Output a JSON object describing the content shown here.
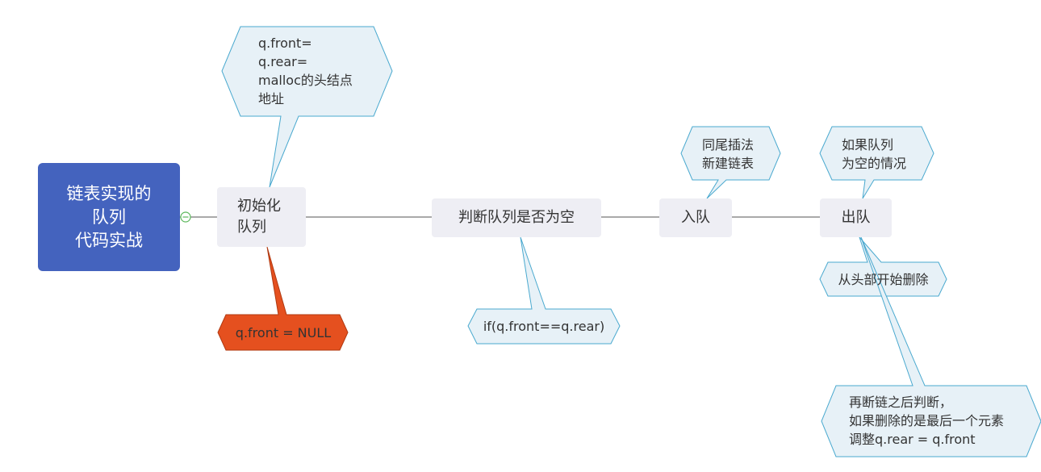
{
  "colors": {
    "root_fill": "#4463be",
    "topic_fill": "#eeeef4",
    "callout_fill": "#e7f1f7",
    "callout_stroke": "#4aa9cf",
    "highlight_fill": "#e5501f",
    "connector": "#555555",
    "collapse_toggle": "#5cb85c"
  },
  "diagram": {
    "root": {
      "label": "链表实现的\n队列\n代码实战"
    },
    "topics": {
      "init": "初始化\n队列",
      "is_empty": "判断队列是否为空",
      "enqueue": "入队",
      "dequeue": "出队"
    },
    "callouts": {
      "init_address": "q.front=\nq.rear=\nmalloc的头结点\n地址",
      "init_null": "q.front = NULL",
      "empty_condition": "if(q.front==q.rear)",
      "enqueue_tail_insert": "同尾插法\n新建链表",
      "dequeue_empty_case": "如果队列\n为空的情况",
      "dequeue_from_head": "从头部开始删除",
      "dequeue_adjust_rear": "再断链之后判断，\n如果删除的是最后一个元素\n调整q.rear = q.front"
    }
  }
}
